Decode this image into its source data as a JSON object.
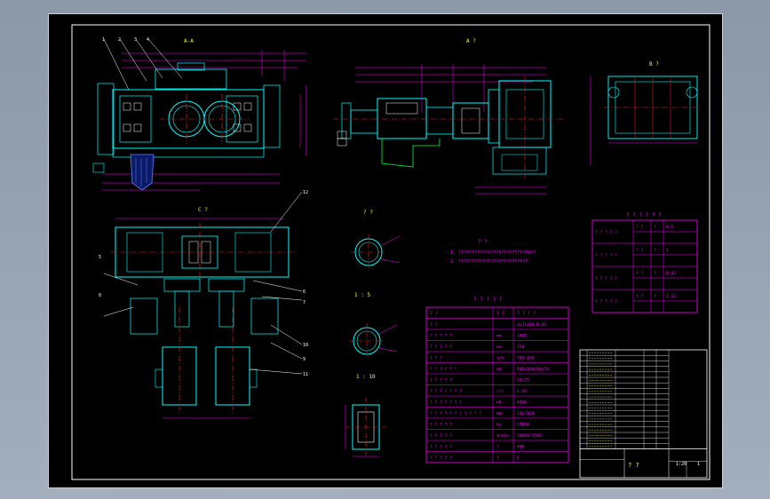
{
  "colors": {
    "background": "#000000",
    "frame": "#ffffff",
    "outline": "#00ffff",
    "dimension": "#ff00ff",
    "centerline": "#ff2020",
    "text": "#ffff00",
    "hidden": "#00ff40",
    "accent": "#4060ff"
  },
  "view_labels": {
    "section_a": "A-A",
    "view_b": "B ?",
    "section_top": "A ?",
    "view_c": "C ?",
    "view_d": "? ?",
    "detail_1": "1 : 5",
    "detail_2": "1 : 10"
  },
  "part_numbers": [
    "1",
    "2",
    "3",
    "4",
    "5",
    "6",
    "7",
    "8",
    "9",
    "10",
    "11",
    "12"
  ],
  "notes": {
    "title": "? ?",
    "lines": [
      "1. ??????????????????????????8??",
      "2. ??????????????????????????"
    ]
  },
  "params_table": {
    "title": "? ? ? ? ?",
    "headers": [
      "? ?",
      "? ?",
      "? ? ? ?"
    ],
    "rows": [
      [
        "? ?",
        "",
        "2LJ1400-D-35"
      ],
      [
        "? ? ? ? ?",
        "mm",
        "1400"
      ],
      [
        "? ? ? ? ?",
        "mm",
        "250"
      ],
      [
        "? ? ?",
        "t/h",
        "300~350"
      ],
      [
        "? ? ? / ? ?",
        "mm",
        "400x140/60x70"
      ],
      [
        "? ? ? ? ?",
        "",
        "55/25"
      ],
      [
        "? ? ? / ? ? ?",
        "r/s",
        "1.50"
      ],
      [
        "? ? ? ? ? ? ?",
        "kN",
        "4000"
      ],
      [
        "? ? ? ? ? ? / ? ? ? ?",
        "kW",
        "132/160"
      ],
      [
        "? ? ? ? ?",
        "kg",
        "27800"
      ],
      [
        "? ? ? ? ?",
        "t/min",
        "10000/3500"
      ],
      [
        "? ? ? ? ?",
        "?",
        "400"
      ],
      [
        "? ? ? ? ?",
        "?",
        "5"
      ]
    ]
  },
  "tech_table": {
    "title": "? ? ? ? ? ?",
    "rows": [
      [
        "? ? ? ? ?",
        "? ?",
        "?",
        "0.5"
      ],
      [
        "? ? ? ? ?",
        "? ?",
        "?",
        "1"
      ],
      [
        "? ? ? ? ?",
        "? ?",
        "?",
        "0.42"
      ],
      [
        "? ? ? ? ?",
        "? ?",
        "?",
        "1.12"
      ]
    ]
  },
  "title_block": {
    "drawing_title": "? ?",
    "scale": "1:20",
    "sheet": "1"
  }
}
